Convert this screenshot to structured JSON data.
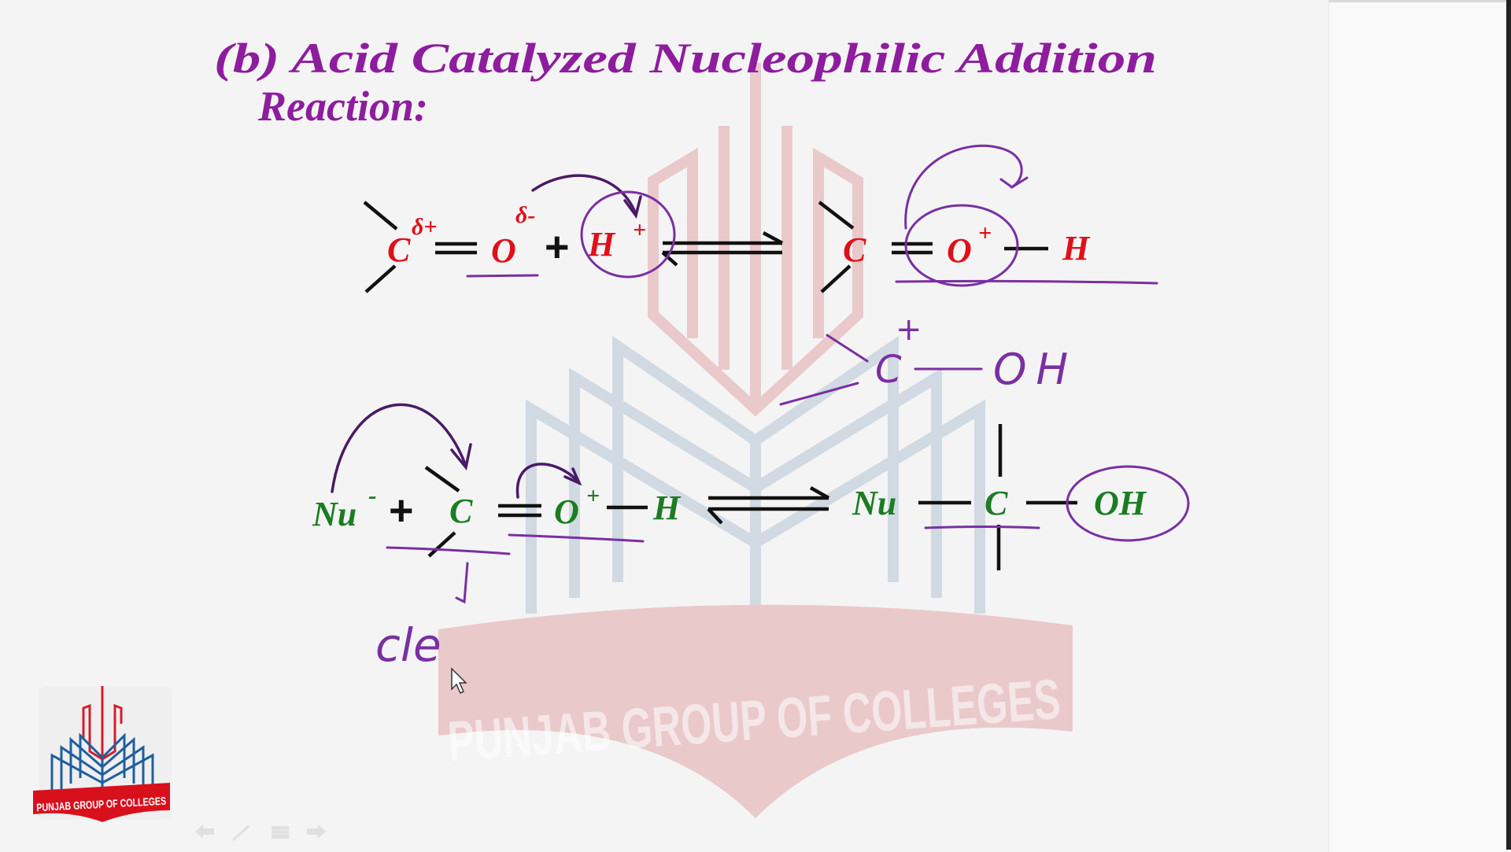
{
  "slide": {
    "title_line1": "(b) Acid Catalyzed Nucleophilic Addition",
    "title_line2": "Reaction:"
  },
  "reaction1": {
    "reactant_carbon": "C",
    "partial_positive": "δ+",
    "oxygen": "O",
    "partial_negative": "δ-",
    "plus": "+",
    "proton": "H",
    "proton_charge": "+",
    "product_carbon": "C",
    "product_oxygen": "O",
    "product_oxygen_charge": "+",
    "product_hydrogen": "H"
  },
  "reaction2": {
    "nucleophile": "Nu",
    "nucleophile_charge": "-",
    "plus": "+",
    "carbon": "C",
    "oxygen": "O",
    "oxygen_charge": "+",
    "hydrogen": "H",
    "product_nucleophile": "Nu",
    "product_carbon": "C",
    "product_hydroxyl": "OH"
  },
  "handwritten": {
    "carbocation_charge": "+",
    "carbocation_carbon": "C",
    "carbocation_oh": "OH",
    "note": "cle"
  },
  "watermark": {
    "text": "PUNJAB GROUP OF COLLEGES"
  },
  "logo": {
    "text": "PUNJAB GROUP OF COLLEGES"
  },
  "colors": {
    "title": "#8e1c9e",
    "reaction1": "#e0101a",
    "reaction2": "#1b7d22",
    "ink": "#7a2fa2"
  }
}
